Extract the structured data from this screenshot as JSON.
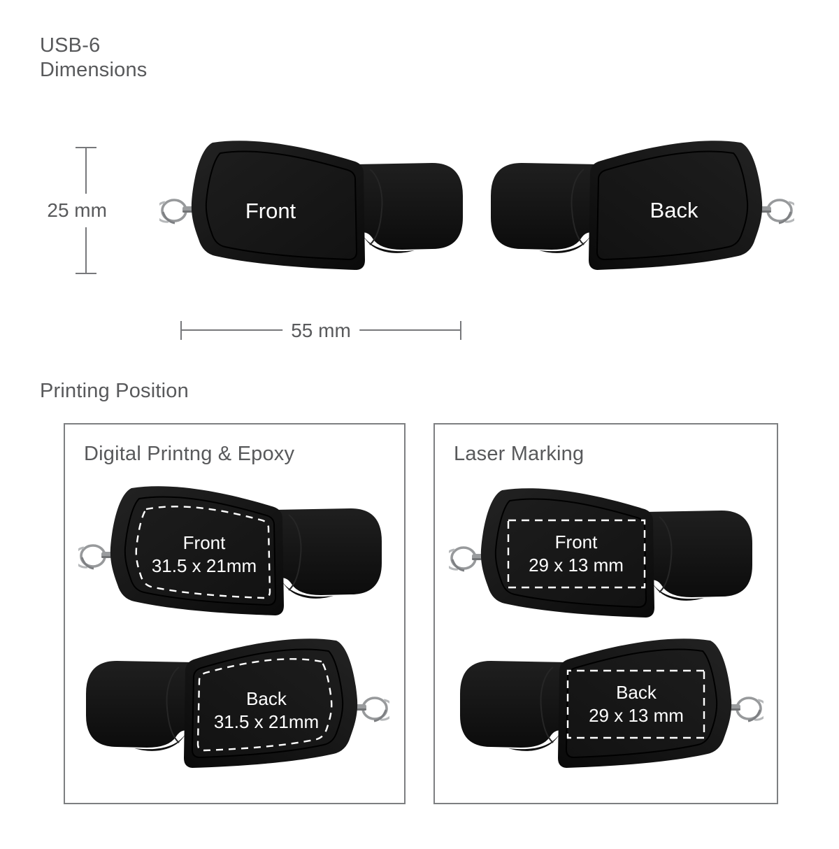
{
  "header": {
    "model": "USB-6",
    "subtitle": "Dimensions"
  },
  "dimension_diagram": {
    "height_label": "25 mm",
    "width_label": "55 mm",
    "front_drive_label": "Front",
    "back_drive_label": "Back"
  },
  "printing_section": {
    "title": "Printing Position",
    "panels": [
      {
        "title": "Digital Printng & Epoxy",
        "areas": [
          {
            "side": "Front",
            "size": "31.5 x 21mm"
          },
          {
            "side": "Back",
            "size": "31.5 x 21mm"
          }
        ]
      },
      {
        "title": "Laser Marking",
        "areas": [
          {
            "side": "Front",
            "size": "29 x 13 mm"
          },
          {
            "side": "Back",
            "size": "29 x 13 mm"
          }
        ]
      }
    ]
  },
  "colors": {
    "heading_text": "#58595b",
    "dimension_lines": "#77787b",
    "panel_border": "#7d7f81",
    "drive_body": "#111111",
    "print_area_dash": "#ffffff",
    "drive_label_text": "#ffffff"
  },
  "icons": {
    "keyring": "keyring-icon"
  }
}
